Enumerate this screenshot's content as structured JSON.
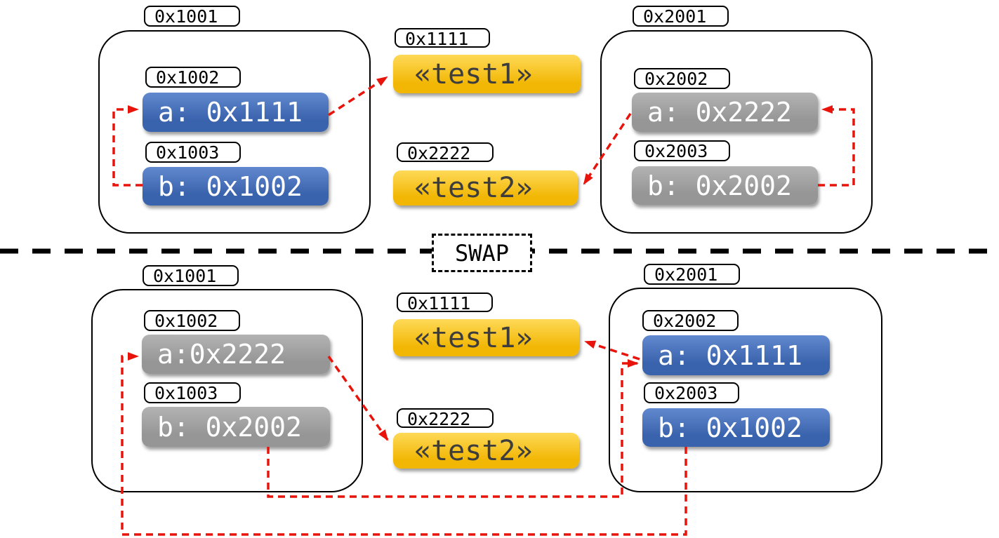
{
  "top": {
    "left_frame": {
      "address": "0x1001",
      "slots": [
        {
          "address": "0x1002",
          "value": "a: 0x1111",
          "color": "blue"
        },
        {
          "address": "0x1003",
          "value": "b: 0x1002",
          "color": "blue"
        }
      ]
    },
    "heap": [
      {
        "address": "0x1111",
        "value": "«test1»"
      },
      {
        "address": "0x2222",
        "value": "«test2»"
      }
    ],
    "right_frame": {
      "address": "0x2001",
      "slots": [
        {
          "address": "0x2002",
          "value": "a: 0x2222",
          "color": "gray"
        },
        {
          "address": "0x2003",
          "value": "b: 0x2002",
          "color": "gray"
        }
      ]
    }
  },
  "swap_label": "SWAP",
  "bottom": {
    "left_frame": {
      "address": "0x1001",
      "slots": [
        {
          "address": "0x1002",
          "value": "a:0x2222",
          "color": "gray"
        },
        {
          "address": "0x1003",
          "value": "b: 0x2002",
          "color": "gray"
        }
      ]
    },
    "heap": [
      {
        "address": "0x1111",
        "value": "«test1»"
      },
      {
        "address": "0x2222",
        "value": "«test2»"
      }
    ],
    "right_frame": {
      "address": "0x2001",
      "slots": [
        {
          "address": "0x2002",
          "value": "a: 0x1111",
          "color": "blue"
        },
        {
          "address": "0x2003",
          "value": "b: 0x1002",
          "color": "blue"
        }
      ]
    }
  },
  "colors": {
    "blue_light": "#6289cf",
    "blue_dark": "#3a63ad",
    "gray_light": "#b3b3b3",
    "gray_dark": "#969696",
    "yellow_light": "#fed957",
    "yellow_dark": "#f2b705",
    "red": "#e8140c",
    "heap_text": "#3d3d3d"
  }
}
